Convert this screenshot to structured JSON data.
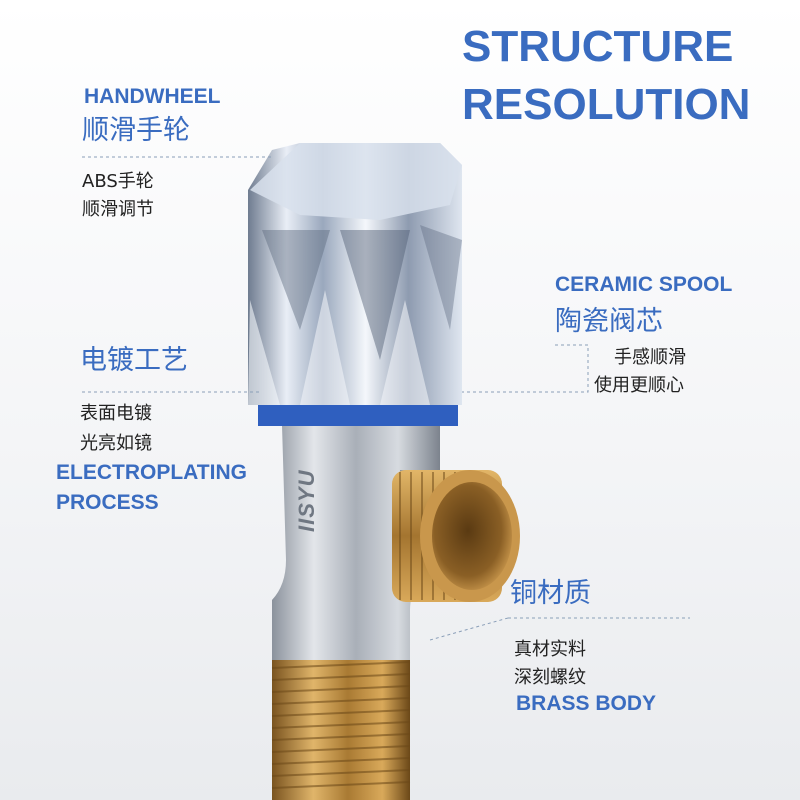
{
  "title": {
    "line1": "STRUCTURE",
    "line2": "RESOLUTION"
  },
  "handwheel": {
    "en": "HANDWHEEL",
    "cn": "顺滑手轮",
    "desc1": "ABS手轮",
    "desc2": "顺滑调节"
  },
  "ceramic": {
    "en": "CERAMIC SPOOL",
    "cn": "陶瓷阀芯",
    "desc1": "手感顺滑",
    "desc2": "使用更顺心"
  },
  "plating": {
    "cn": "电镀工艺",
    "desc1": "表面电镀",
    "desc2": "光亮如镜",
    "en1": "ELECTROPLATING",
    "en2": "PROCESS"
  },
  "brass": {
    "cn": "铜材质",
    "desc1": "真材实料",
    "desc2": "深刻螺纹",
    "en": "BRASS BODY"
  },
  "body_logo": "IISYU",
  "colors": {
    "accent": "#3a6cc0",
    "chrome": "#c9d3e0",
    "brass": "#b8893f",
    "ring": "#2f5fbf"
  }
}
